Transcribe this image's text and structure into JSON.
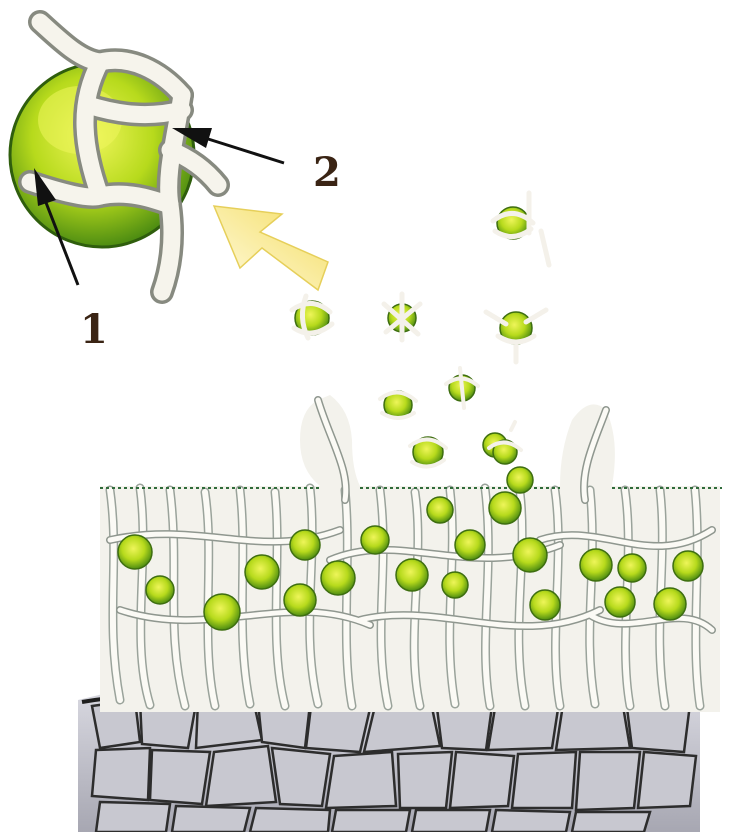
{
  "labels": {
    "one": "1",
    "two": "2"
  },
  "colors": {
    "cell_green": "#b4d81a",
    "cell_highlight": "#e9f24a",
    "cell_dark_edge": "#4f8a12",
    "hypha_white": "#f4f1ea",
    "hypha_shadow": "#8d8f86",
    "arrow_yellow": "#f6e47c",
    "crust_gray": "#bdbdc6",
    "crust_dark": "#2b2b2b",
    "label_brown": "#3a2414"
  },
  "icons": {
    "enlarged_soredium": "soredium-detail",
    "dispersal_arrow": "yellow-arrow",
    "substrate": "rock-substrate"
  }
}
